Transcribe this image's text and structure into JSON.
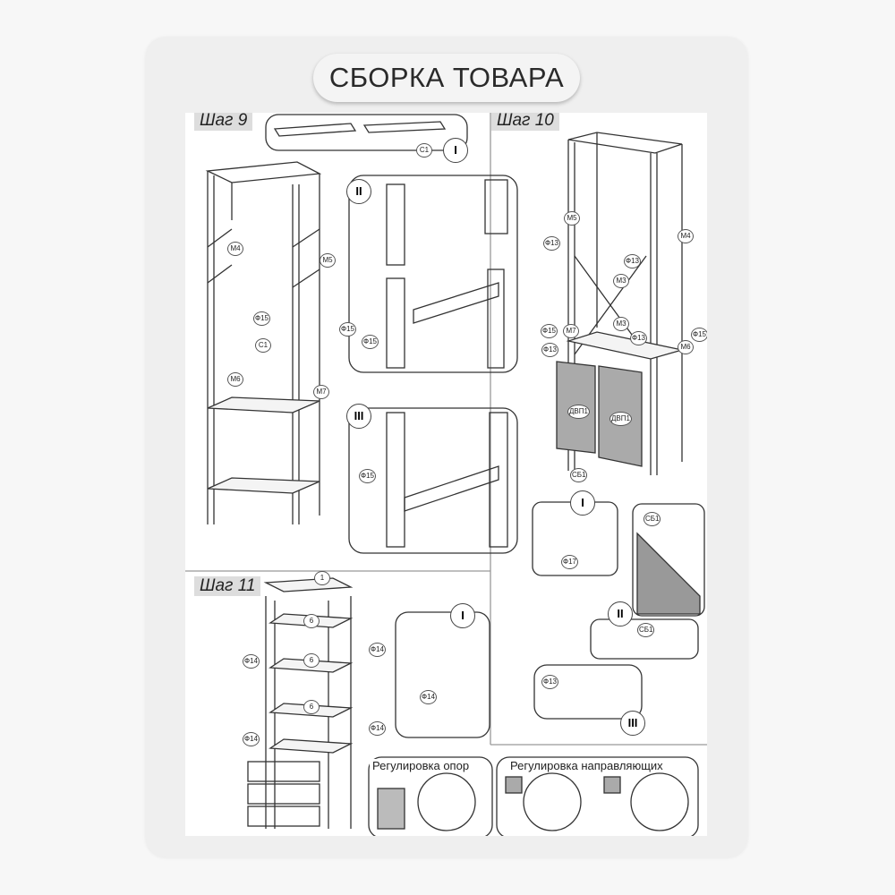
{
  "title": "СБОРКА ТОВАРА",
  "steps": {
    "s9": "Шаг 9",
    "s10": "Шаг 10",
    "s11": "Шаг 11"
  },
  "roman": {
    "i": "I",
    "ii": "II",
    "iii": "III"
  },
  "step9": {
    "c1": "C1",
    "m4": "M4",
    "m5": "M5",
    "f15": "Ф15",
    "m6": "M6",
    "m7": "M7"
  },
  "step10": {
    "m5": "M5",
    "m4": "M4",
    "f13": "Ф13",
    "m3": "M3",
    "f15": "Ф15",
    "m7": "M7",
    "m6": "M6",
    "dvp1": "ДВП1",
    "sb1": "СБ1",
    "f17": "Ф17"
  },
  "step11": {
    "p1": "1",
    "p6": "6",
    "f14": "Ф14"
  },
  "captions": {
    "supports": "Регулировка опор",
    "guides": "Регулировка направляющих"
  }
}
